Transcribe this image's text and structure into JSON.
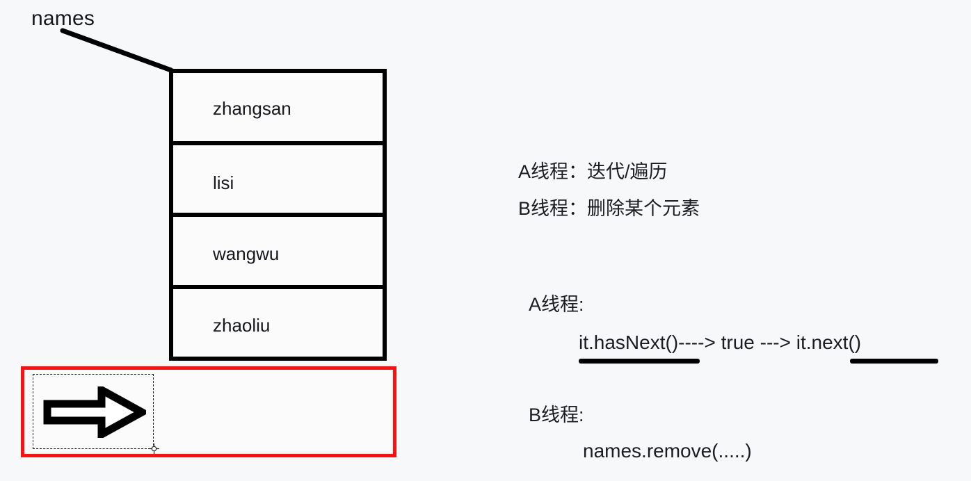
{
  "diagram": {
    "pointer_label": "names",
    "list": {
      "items": [
        {
          "value": "zhangsan"
        },
        {
          "value": "lisi"
        },
        {
          "value": "wangwu"
        },
        {
          "value": "zhaoliu"
        }
      ]
    },
    "selected_shape": {
      "icon": "right-arrow-icon",
      "highlight_color": "#fb1111",
      "selection_outline": "dashed"
    }
  },
  "notes": {
    "thread_a_role": "A线程：迭代/遍历",
    "thread_b_role": "B线程：删除某个元素"
  },
  "sequence": {
    "thread_a_heading": "A线程:",
    "thread_a_code": {
      "call_has_next": "it.hasNext()",
      "arrow_1": "---->",
      "result_true": "true",
      "arrow_2": "--->",
      "call_next": "it.next()"
    },
    "thread_b_heading": "B线程:",
    "thread_b_code": "names.remove(.....)"
  },
  "colors": {
    "background": "#f7f8fa",
    "stroke": "#000000",
    "text": "#1a1c22",
    "highlight_red": "#fb1111"
  }
}
